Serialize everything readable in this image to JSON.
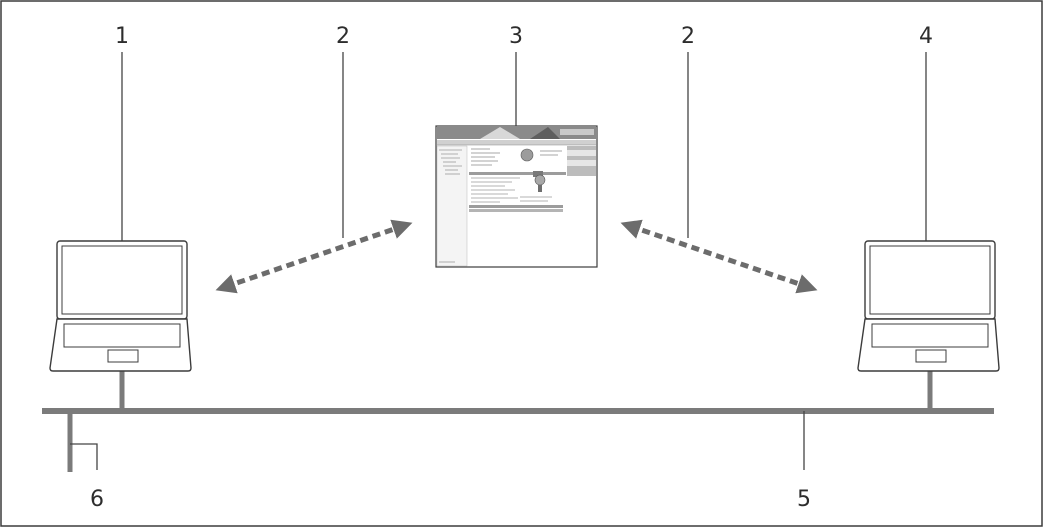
{
  "callouts": {
    "c1": "1",
    "c2a": "2",
    "c3": "3",
    "c2b": "2",
    "c4": "4",
    "c5": "5",
    "c6": "6"
  },
  "colors": {
    "frame": "#3c3c3c",
    "line": "#444444",
    "bus": "#7b7b7b",
    "arrow": "#6c6c6c",
    "screen_header": "#8a8a8a",
    "screen_panel": "#bcbcbc"
  },
  "icons": {
    "laptop_left": "laptop-icon",
    "laptop_right": "laptop-icon",
    "web_browser": "web-browser-window-icon",
    "arrow_left": "double-headed-dashed-arrow",
    "arrow_right": "double-headed-dashed-arrow"
  }
}
